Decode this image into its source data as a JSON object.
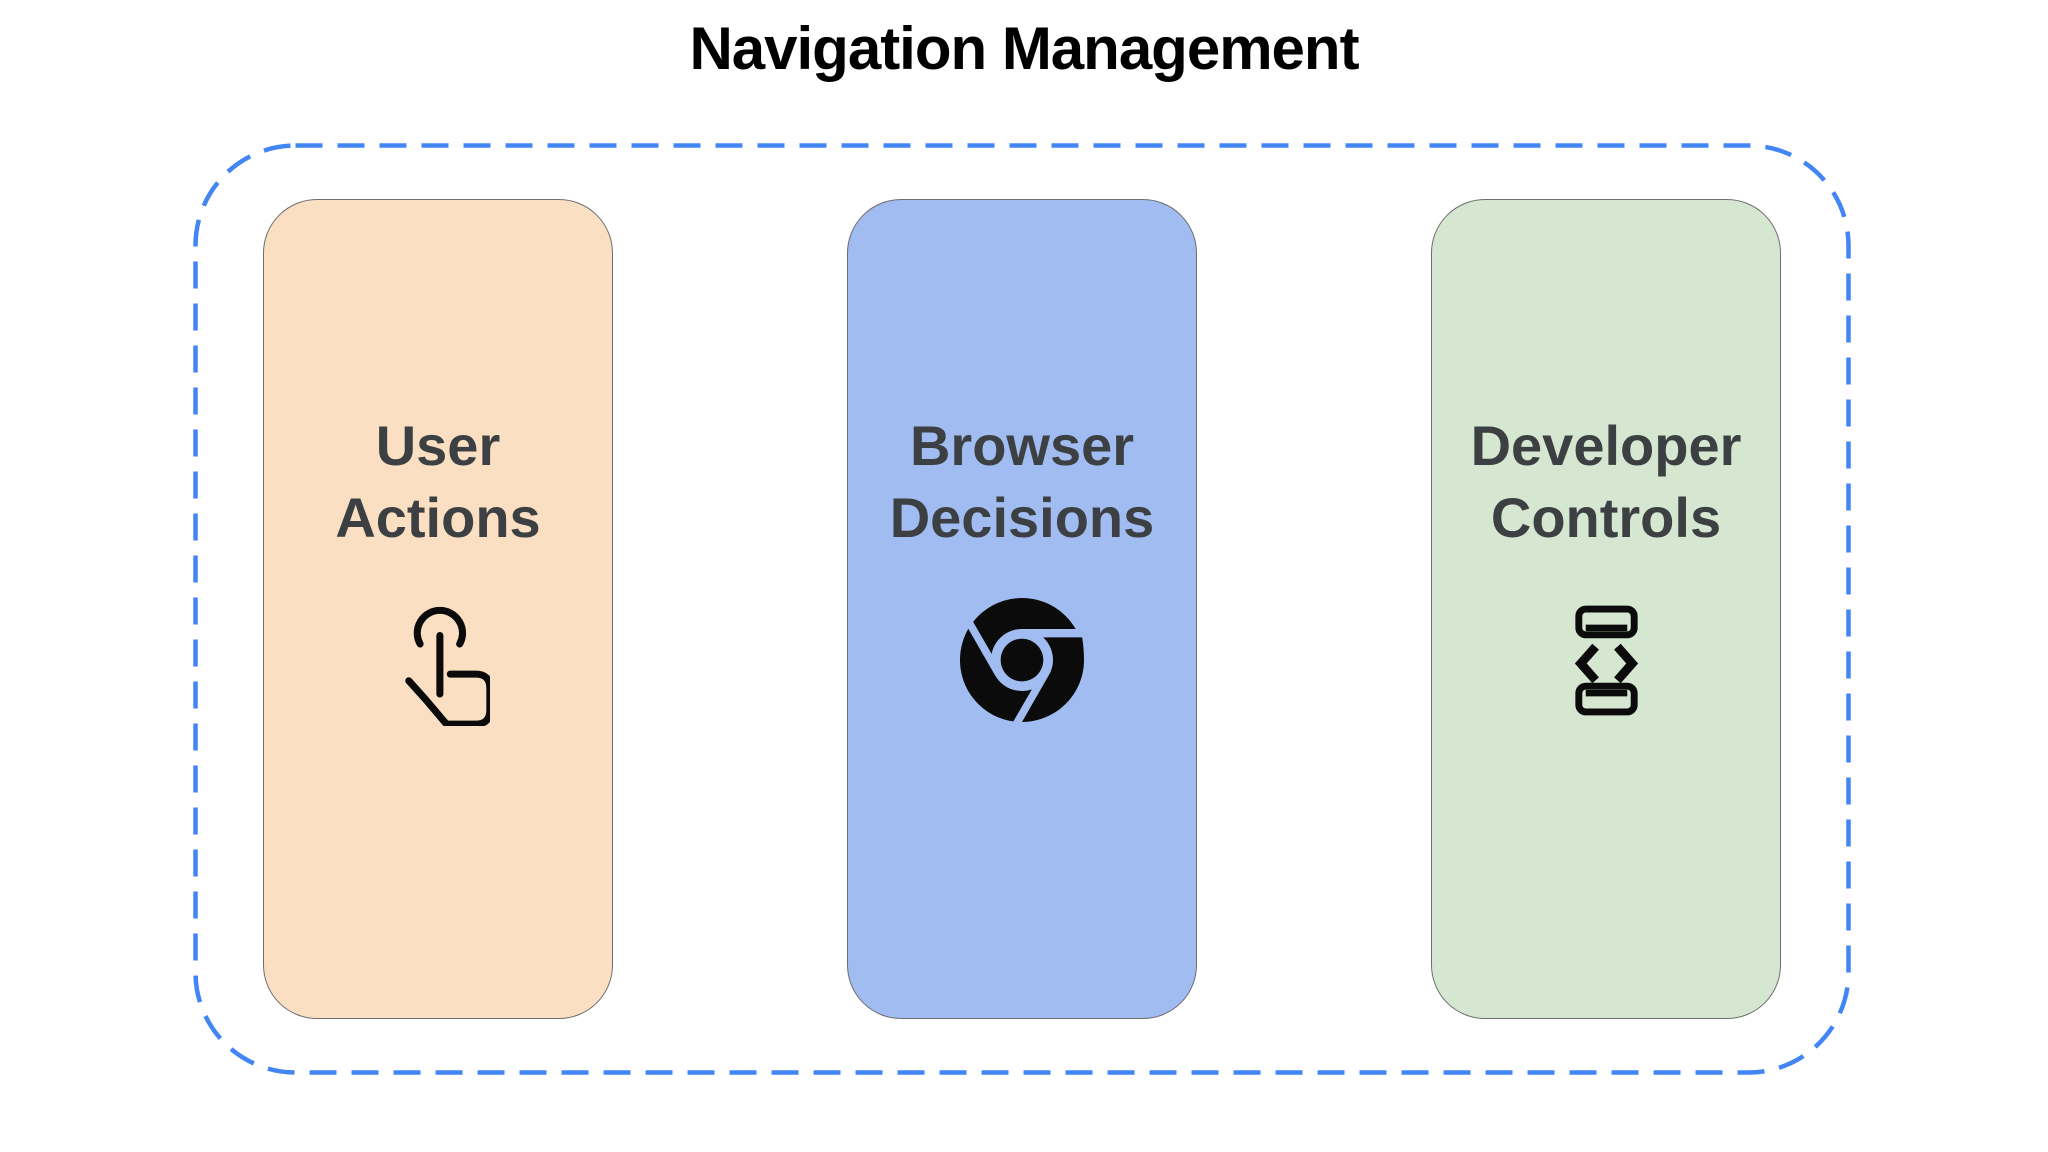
{
  "title": "Navigation Management",
  "group": {
    "name": "navigation-management-group",
    "border_style": "dashed"
  },
  "cards": [
    {
      "label": "User\nActions",
      "icon": "tap-gesture-icon",
      "bg": "#fbdfc2"
    },
    {
      "label": "Browser\nDecisions",
      "icon": "chrome-logo-icon",
      "bg": "#a1bcf0"
    },
    {
      "label": "Developer\nControls",
      "icon": "developer-mode-icon",
      "bg": "#d6e7d1"
    }
  ],
  "colors": {
    "dashed_border": "#4285f4",
    "card_border": "#6e6e6e",
    "card_label": "#3c4043",
    "title_text": "#000000",
    "icon": "#0b0b0b"
  }
}
